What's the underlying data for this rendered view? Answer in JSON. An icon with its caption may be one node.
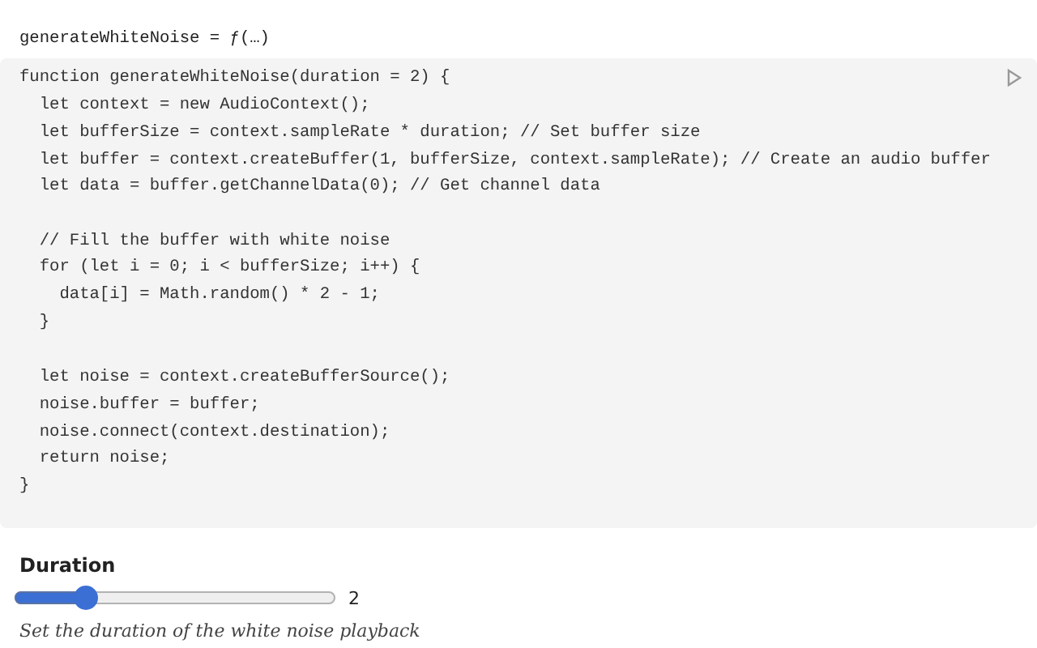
{
  "diagram": {
    "labels": [
      "generateWhiteNoise = ƒ(…)",
      "function generateWhiteNoise(duration = 2) {",
      "  let context = new AudioContext();",
      "  let bufferSize = context.sampleRate * duration; // Set buffer size",
      "  let buffer = context.createBuffer(1, bufferSize, context.sampleRate); // Create an audio buffer",
      "  let data = buffer.getChannelData(0); // Get channel data",
      "  // Fill the buffer with white noise",
      "  for (let i = 0; i < bufferSize; i++) {",
      "    data[i] = Math.random() * 2 - 1;",
      "  }",
      "  let noise = context.createBufferSource();",
      "  noise.buffer = buffer;",
      "  noise.connect(context.destination);",
      "  return noise;",
      "}",
      "Duration",
      "2",
      "Set the duration of the white noise playback"
    ]
  }
}
